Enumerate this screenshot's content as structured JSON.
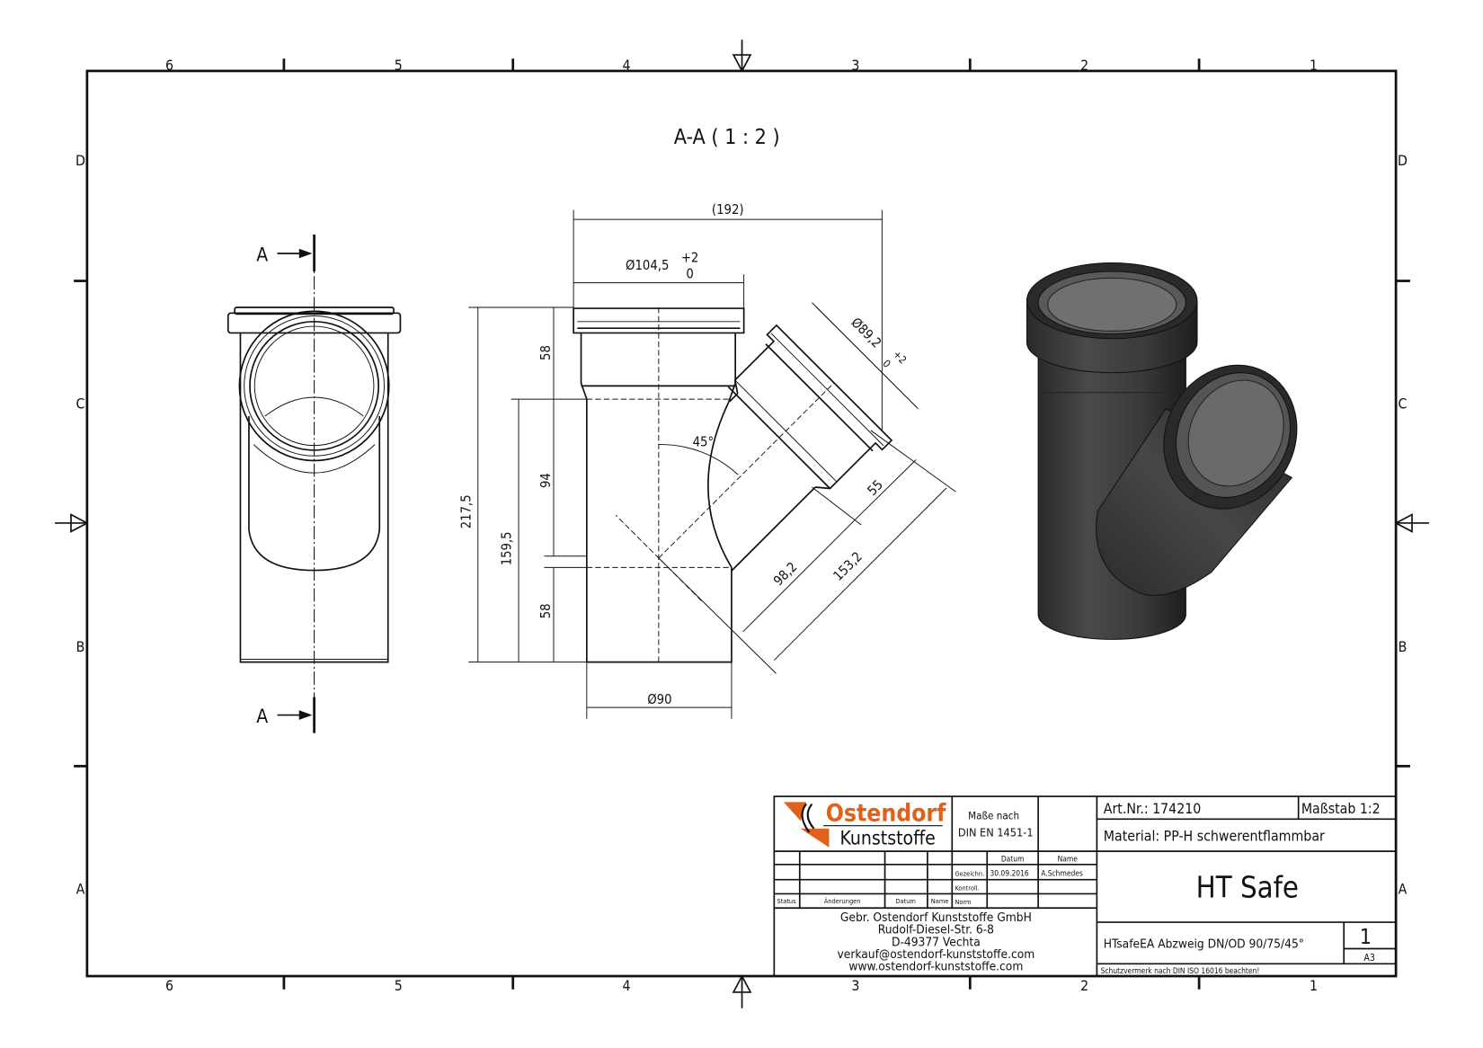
{
  "sheet": {
    "zones_columns": [
      "6",
      "5",
      "4",
      "3",
      "2",
      "1"
    ],
    "zones_rows": [
      "D",
      "C",
      "B",
      "A"
    ]
  },
  "view_title": "A-A ( 1 : 2 )",
  "section_marker": "A",
  "dimensions": {
    "overall_width": "(192)",
    "socket_diameter": "Ø104,5",
    "socket_tol_upper": "+2",
    "socket_tol_lower": "0",
    "branch_diameter": "Ø89,2",
    "branch_tol_upper": "+2",
    "branch_tol_lower": "0",
    "pipe_diameter": "Ø90",
    "height_total": "217,5",
    "height_branch": "159,5",
    "socket_depth_top": "58",
    "middle": "94",
    "bottom": "58",
    "angle": "45°",
    "branch_socket": "55",
    "branch_length": "98,2",
    "branch_total": "153,2"
  },
  "title_block": {
    "logo_top": "Ostendorf",
    "logo_bottom": "Kunststoffe",
    "standard_label": "Maße nach",
    "standard_value": "DIN EN 1451-1",
    "col_datum": "Datum",
    "col_name": "Name",
    "row_gezeichn": "Gezeichn.",
    "gezeichn_date": "30.09.2016",
    "gezeichn_name": "A.Schmedes",
    "row_kontroll": "Kontroll.",
    "row_norm": "Norm",
    "rev_status": "Status",
    "rev_changes": "Änderungen",
    "rev_date": "Datum",
    "rev_name": "Name",
    "address": [
      "Gebr. Ostendorf Kunststoffe GmbH",
      "Rudolf-Diesel-Str. 6-8",
      "D-49377 Vechta",
      "verkauf@ostendorf-kunststoffe.com",
      "www.ostendorf-kunststoffe.com"
    ],
    "art_nr": "Art.Nr.: 174210",
    "scale": "Maßstab 1:2",
    "material": "Material: PP-H schwerentflammbar",
    "product": "HT Safe",
    "description": "HTsafeEA Abzweig DN/OD 90/75/45°",
    "sheet_no": "1",
    "format": "A3",
    "notice": "Schutzvermerk nach DIN ISO 16016 beachten!"
  },
  "colors": {
    "logo_orange": "#e0611c",
    "model_dark": "#3a3a3a"
  }
}
